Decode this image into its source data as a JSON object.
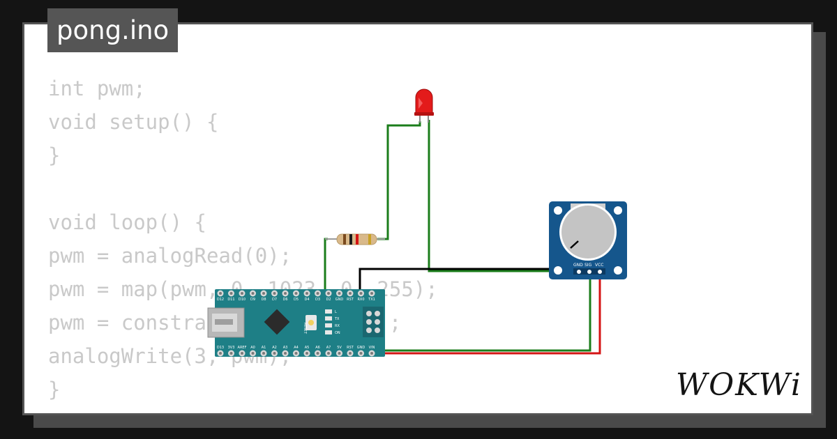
{
  "title": "pong.ino",
  "code": [
    "int pwm;",
    "void setup() {",
    "}",
    "",
    "void loop() {",
    "pwm = analogRead(0);",
    "pwm = map(pwm, 0, 1023, 0, 255);",
    "pwm = constrain(pwm, 0, pwm);",
    "analogWrite(3, pwm);",
    "}"
  ],
  "logo": "WOKWi",
  "colors": {
    "wire_green": "#1b7d1b",
    "wire_black": "#000000",
    "wire_red": "#d41414",
    "board": "#1e7f86",
    "pot_board": "#15568c",
    "led": "#e31b1b"
  },
  "potentiometer": {
    "pins": [
      "GND",
      "SIG",
      "VCC"
    ]
  },
  "arduino": {
    "top_pins": [
      "D12",
      "D11",
      "D10",
      "D9",
      "D8",
      "D7",
      "D6",
      "D5",
      "D4",
      "D3",
      "D2",
      "GND",
      "RST",
      "RX0",
      "TX1"
    ],
    "bottom_pins": [
      "D13",
      "3V3",
      "AREF",
      "A0",
      "A1",
      "A2",
      "A3",
      "A4",
      "A5",
      "A6",
      "A7",
      "5V",
      "RST",
      "GND",
      "VIN"
    ],
    "reset_label": "RESET",
    "led_labels": [
      "L",
      "TX",
      "RX",
      "ON"
    ]
  }
}
